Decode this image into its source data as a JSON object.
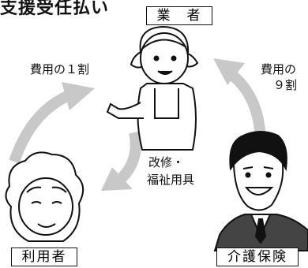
{
  "title": "支援受任払い",
  "provider": "業　者",
  "user": "利用者",
  "insurer": "介護保険",
  "flows": {
    "user_pays": "費用の１割",
    "insurer_pays_line1": "費用の",
    "insurer_pays_line2": "９割",
    "goods_line1": "改修・",
    "goods_line2": "福祉用具"
  },
  "colors": {
    "arrow": "#c8c8c8",
    "ink": "#111111"
  }
}
